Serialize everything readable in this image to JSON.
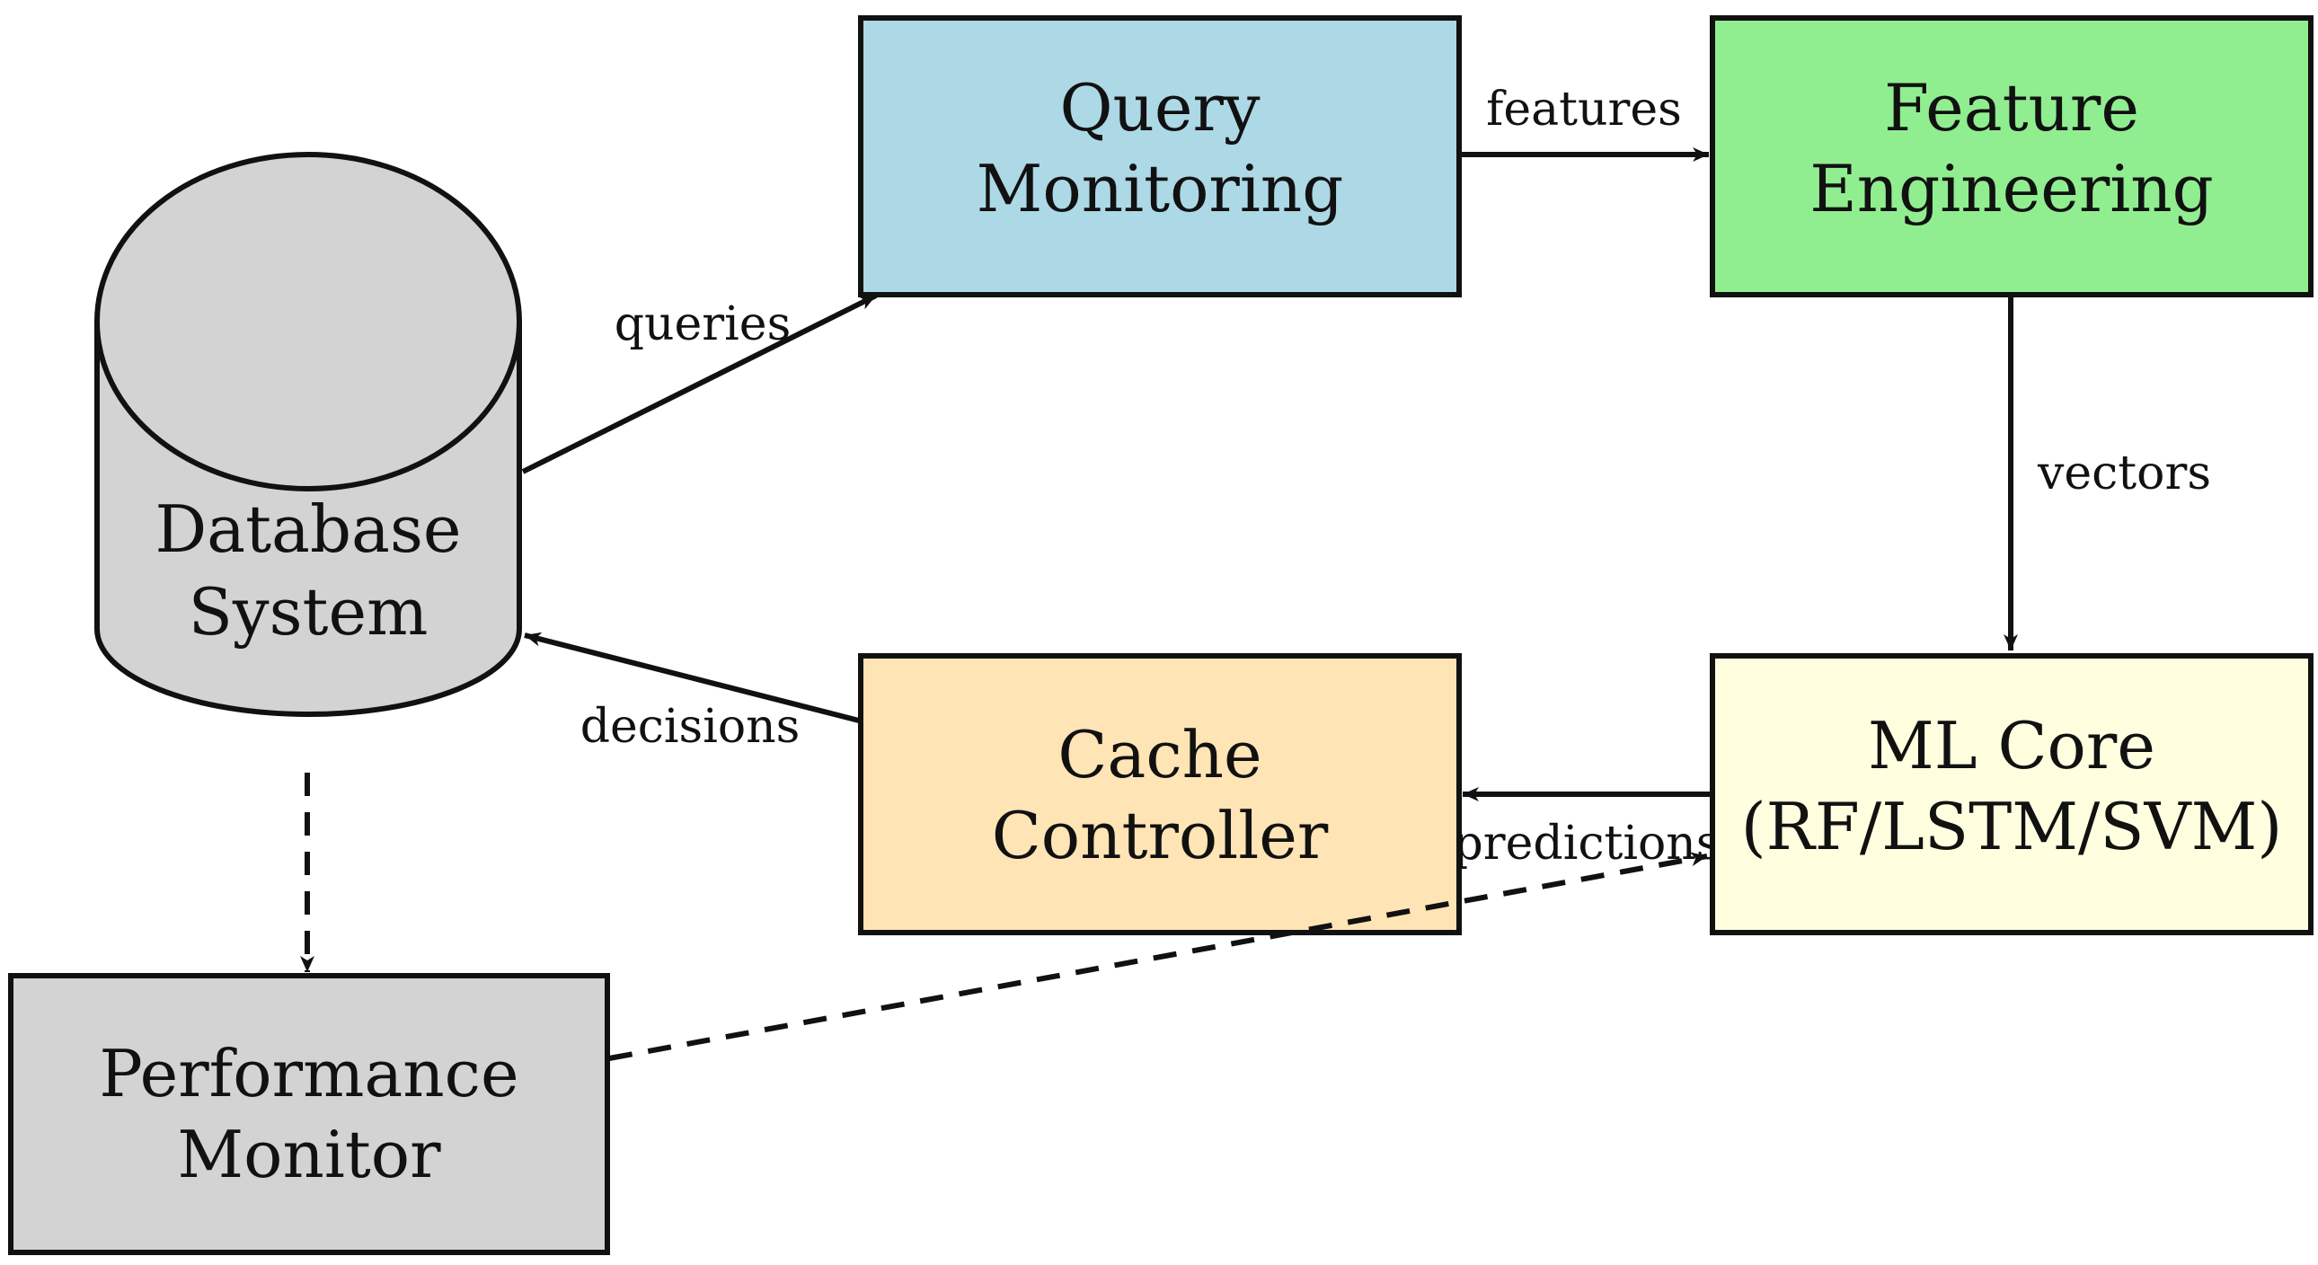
{
  "nodes": {
    "database": {
      "lines": [
        "Database",
        "System"
      ],
      "fill": "#d3d3d3",
      "shape": "cylinder"
    },
    "query_monitoring": {
      "lines": [
        "Query",
        "Monitoring"
      ],
      "fill": "#add8e6"
    },
    "feature_engineering": {
      "lines": [
        "Feature",
        "Engineering"
      ],
      "fill": "#90ee90"
    },
    "ml_core": {
      "lines": [
        "ML Core",
        "(RF/LSTM/SVM)"
      ],
      "fill": "#ffffe0"
    },
    "cache_controller": {
      "lines": [
        "Cache",
        "Controller"
      ],
      "fill": "#ffe4b5"
    },
    "performance_monitor": {
      "lines": [
        "Performance",
        "Monitor"
      ],
      "fill": "#d3d3d3"
    }
  },
  "edges": {
    "queries": {
      "label": "queries",
      "style": "solid"
    },
    "features": {
      "label": "features",
      "style": "solid"
    },
    "vectors": {
      "label": "vectors",
      "style": "solid"
    },
    "predictions": {
      "label": "predictions",
      "style": "solid"
    },
    "decisions": {
      "label": "decisions",
      "style": "solid"
    },
    "db_to_perf": {
      "label": "",
      "style": "dashed"
    },
    "perf_to_ml": {
      "label": "",
      "style": "dashed"
    }
  },
  "colors": {
    "stroke": "#111111",
    "background": "#ffffff"
  }
}
